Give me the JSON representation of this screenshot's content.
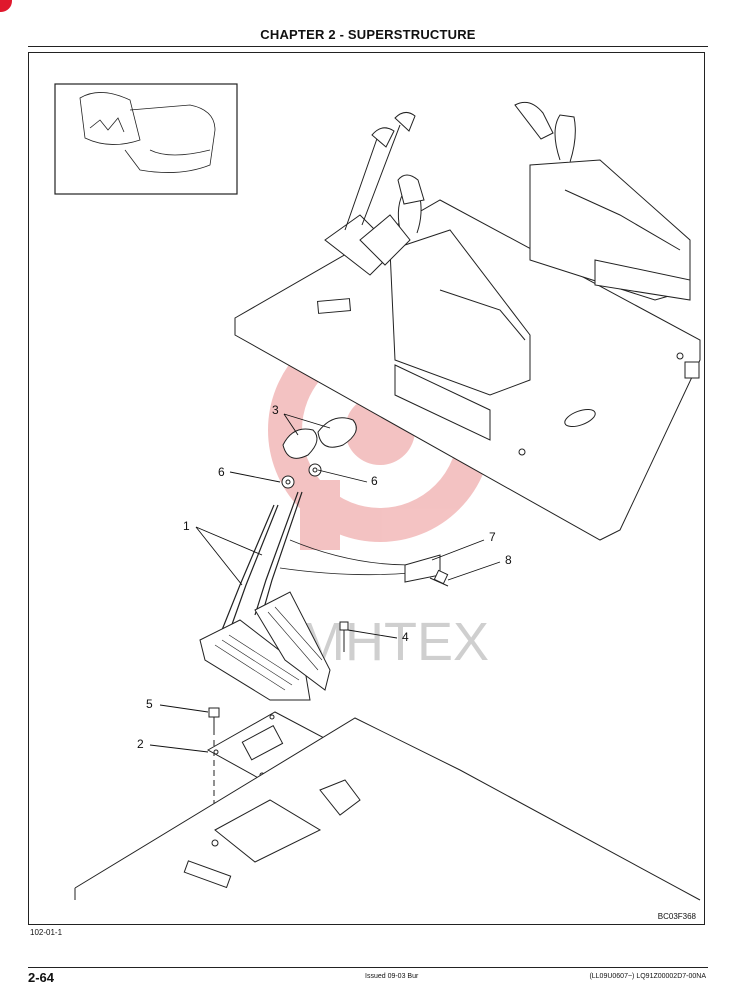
{
  "header": {
    "title": "CHAPTER 2 - SUPERSTRUCTURE"
  },
  "figure": {
    "code": "BC03F368",
    "watermark": "MHTEX",
    "callouts": [
      "1",
      "2",
      "3",
      "4",
      "5",
      "6",
      "6",
      "7",
      "8"
    ]
  },
  "footer": {
    "ref": "102-01-1",
    "page_number": "2-64",
    "issued": "Issued 09-03   Bur",
    "doc_ref": "(LL09U0607~)   LQ91Z00002D7-00NA"
  },
  "colors": {
    "watermark_red": "#f2b8b8",
    "ink": "#111111"
  }
}
